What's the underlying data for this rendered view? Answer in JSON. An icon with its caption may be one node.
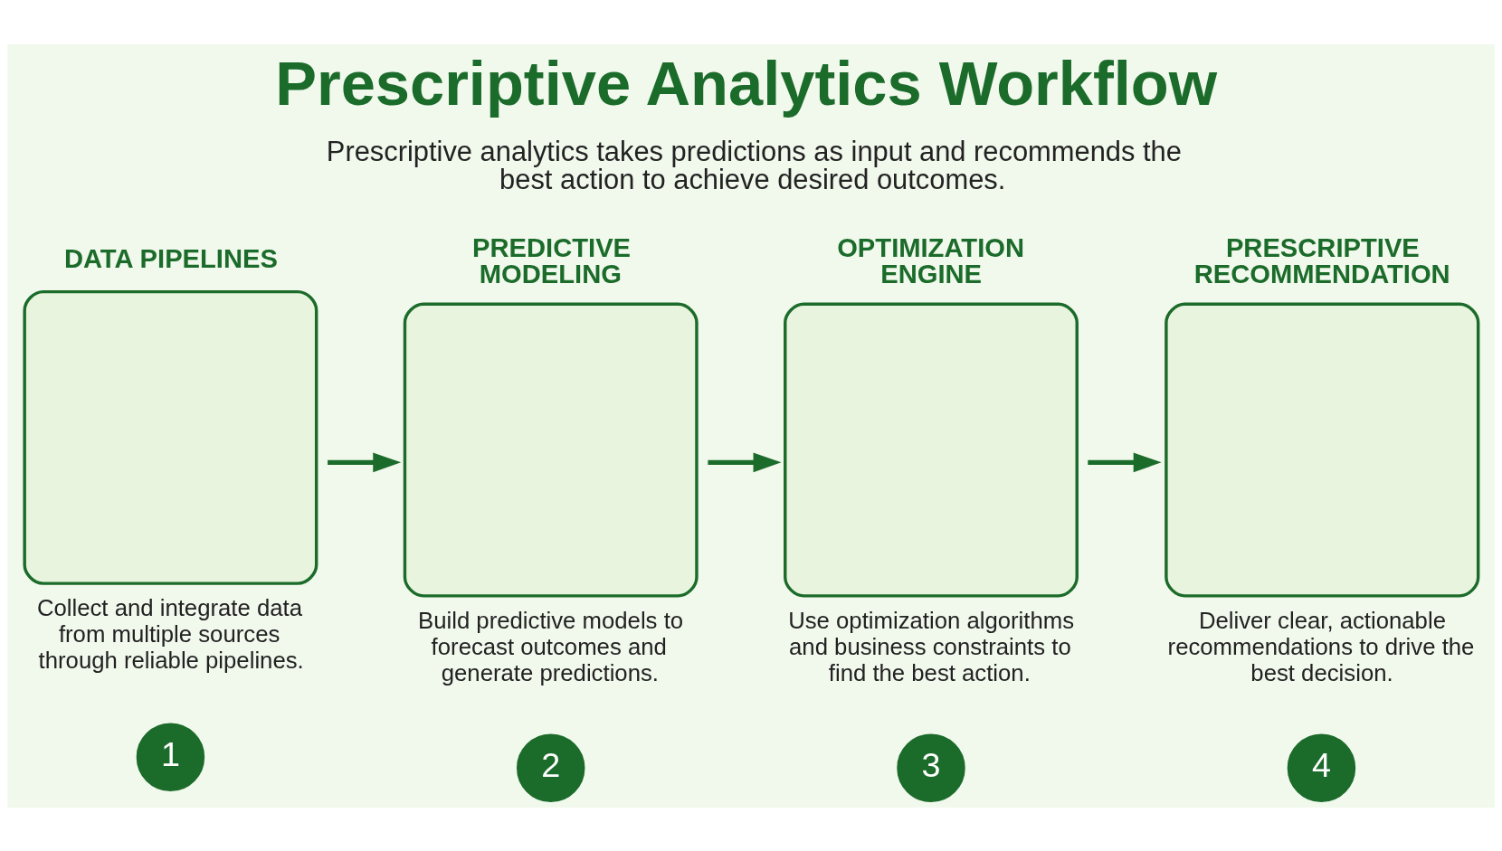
{
  "diagram": {
    "title": "Prescriptive Analytics Workflow",
    "caption": "Prescriptive analytics takes predictions as input and recommends the best action to achieve desired outcomes.",
    "nodes": [
      {
        "text": [
          "1"
        ]
      },
      {
        "text": [
          "2"
        ]
      },
      {
        "text": [
          "3"
        ]
      },
      {
        "text": [
          "4"
        ]
      },
      {
        "text": [
          "DATA PIPELINES"
        ],
        "beside": [
          "Collect and integrate data from multiple sources through reliable pipelines."
        ]
      },
      {
        "text": [
          "PREDICTIVE MODELING"
        ],
        "beside": [
          "Build predictive models to forecast outcomes and generate predictions."
        ]
      },
      {
        "text": [
          "OPTIMIZATION ENGINE"
        ],
        "beside": [
          "Use optimization algorithms and business constraints to find the best action."
        ]
      },
      {
        "text": [
          "PRESCRIPTIVE RECOMMENDATION"
        ],
        "beside": [
          "Deliver clear, actionable recommendations to drive the best decision."
        ]
      }
    ],
    "edges": [
      {
        "from": 4,
        "to": 5,
        "arrow": "to"
      },
      {
        "from": 5,
        "to": 6,
        "arrow": "to"
      },
      {
        "from": 6,
        "to": 7,
        "arrow": "to"
      }
    ]
  }
}
